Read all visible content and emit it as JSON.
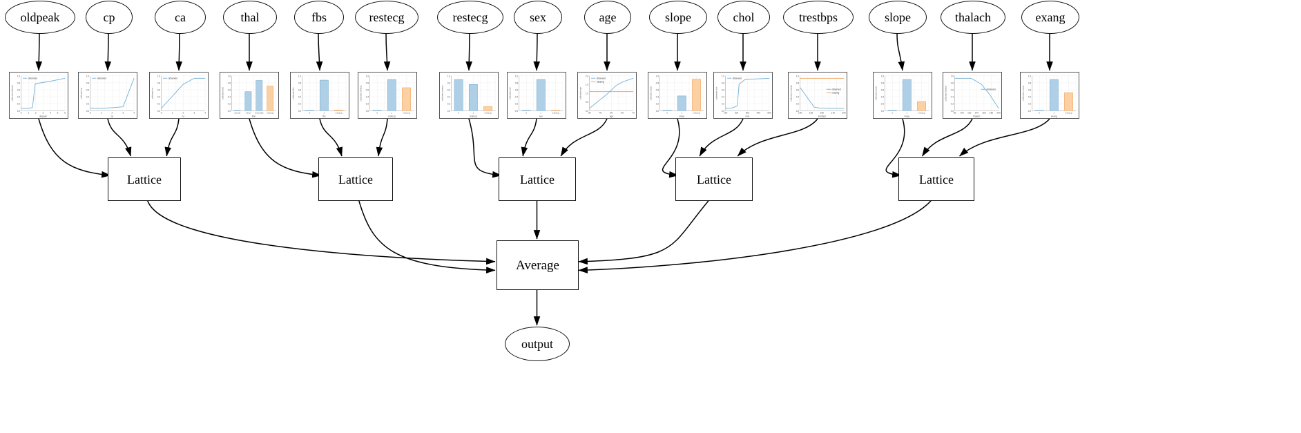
{
  "diagram": {
    "title": "Calibrated Lattice Ensemble Model Graph",
    "type": "graphviz-digraph",
    "background": "#ffffff",
    "edge_color": "#000000",
    "node_stroke": "#111111"
  },
  "palette": {
    "observed_line": "#7ab4d8",
    "missing_line": "#f0a868",
    "bar_observed_fill": "#aecfe6",
    "bar_observed_stroke": "#6aa3cc",
    "bar_missing_fill": "#fbd0a3",
    "bar_missing_stroke": "#ef9b4e",
    "axis": "#cccccc",
    "plot_border": "#555555",
    "tick_text": "#555555"
  },
  "legend": {
    "observed_label": "observed",
    "missing_label": "missing"
  },
  "inputs": [
    {
      "id": "in0",
      "label": "oldpeak"
    },
    {
      "id": "in1",
      "label": "cp"
    },
    {
      "id": "in2",
      "label": "ca"
    },
    {
      "id": "in3",
      "label": "thal"
    },
    {
      "id": "in4",
      "label": "fbs"
    },
    {
      "id": "in5",
      "label": "restecg"
    },
    {
      "id": "in6",
      "label": "restecg"
    },
    {
      "id": "in7",
      "label": "sex"
    },
    {
      "id": "in8",
      "label": "age"
    },
    {
      "id": "in9",
      "label": "slope"
    },
    {
      "id": "in10",
      "label": "chol"
    },
    {
      "id": "in11",
      "label": "trestbps"
    },
    {
      "id": "in12",
      "label": "slope"
    },
    {
      "id": "in13",
      "label": "thalach"
    },
    {
      "id": "in14",
      "label": "exang"
    }
  ],
  "calibrators": [
    {
      "id": "cal0",
      "feature": "oldpeak",
      "kind": "line",
      "xlabel": "oldpeak",
      "ylabel": "calibrated oldpeak",
      "legend": [
        "observed"
      ],
      "xticks": [
        "0",
        "1",
        "2",
        "3",
        "4",
        "5",
        "6"
      ],
      "yticks": [
        "0.0",
        "0.2",
        "0.4",
        "0.6",
        "0.8",
        "1.0"
      ],
      "x": [
        0,
        1,
        1.6,
        2.0,
        4.2,
        6.2
      ],
      "y": [
        0.03,
        0.03,
        0.05,
        0.8,
        0.88,
        0.97
      ]
    },
    {
      "id": "cal1",
      "feature": "cp",
      "kind": "line",
      "xlabel": "cp",
      "ylabel": "calibrated cp",
      "legend": [
        "observed"
      ],
      "xticks": [
        "0",
        "1",
        "2",
        "3",
        "4"
      ],
      "yticks": [
        "0.0",
        "0.2",
        "0.4",
        "0.6",
        "0.8",
        "1.0"
      ],
      "x": [
        0,
        1,
        2,
        3,
        4
      ],
      "y": [
        0.03,
        0.03,
        0.05,
        0.08,
        1.0
      ]
    },
    {
      "id": "cal2",
      "feature": "ca",
      "kind": "line",
      "xlabel": "ca",
      "ylabel": "calibrated ca",
      "legend": [
        "observed"
      ],
      "xticks": [
        "0",
        "1",
        "2",
        "3",
        "4"
      ],
      "yticks": [
        "0.0",
        "0.2",
        "0.4",
        "0.6",
        "0.8",
        "1.0"
      ],
      "x": [
        0,
        1,
        2,
        3,
        4
      ],
      "y": [
        0.02,
        0.4,
        0.78,
        0.97,
        0.97
      ]
    },
    {
      "id": "cal3",
      "feature": "thal",
      "kind": "bar",
      "xlabel": "thal",
      "ylabel": "calibrated thal",
      "legend": [],
      "categories": [
        "normal",
        "fixed",
        "reversible",
        "missing"
      ],
      "yticks": [
        "0.0",
        "0.2",
        "0.4",
        "0.6",
        "0.8",
        "1.0"
      ],
      "values": [
        0.0,
        0.58,
        0.92,
        0.75
      ],
      "series_kind": [
        "observed",
        "observed",
        "observed",
        "missing"
      ]
    },
    {
      "id": "cal4",
      "feature": "fbs",
      "kind": "bar",
      "xlabel": "fbs",
      "ylabel": "calibrated fbs",
      "legend": [],
      "categories": [
        "0",
        "1",
        "missing"
      ],
      "yticks": [
        "0.0",
        "0.2",
        "0.4",
        "0.6",
        "0.8",
        "1.0"
      ],
      "values": [
        0.0,
        0.93,
        0.02
      ],
      "series_kind": [
        "observed",
        "observed",
        "missing"
      ]
    },
    {
      "id": "cal5",
      "feature": "restecg",
      "kind": "bar",
      "xlabel": "restecg",
      "ylabel": "calibrated restecg",
      "legend": [],
      "categories": [
        "0",
        "1",
        "missing"
      ],
      "yticks": [
        "0.0",
        "0.2",
        "0.4",
        "0.6",
        "0.8",
        "1.0"
      ],
      "values": [
        0.0,
        0.95,
        0.7
      ],
      "series_kind": [
        "observed",
        "observed",
        "missing"
      ]
    },
    {
      "id": "cal6",
      "feature": "restecg",
      "kind": "bar",
      "xlabel": "restecg",
      "ylabel": "calibrated restecg",
      "legend": [],
      "categories": [
        "0",
        "1",
        "missing"
      ],
      "yticks": [
        "0.0",
        "0.2",
        "0.4",
        "0.6",
        "0.8",
        "1.0"
      ],
      "values": [
        0.95,
        0.8,
        0.13
      ],
      "series_kind": [
        "observed",
        "observed",
        "missing"
      ]
    },
    {
      "id": "cal7",
      "feature": "sex",
      "kind": "bar",
      "xlabel": "sex",
      "ylabel": "calibrated sex",
      "legend": [],
      "categories": [
        "0",
        "1",
        "missing"
      ],
      "yticks": [
        "0.0",
        "0.2",
        "0.4",
        "0.6",
        "0.8",
        "1.0"
      ],
      "values": [
        0.0,
        0.95,
        0.0
      ],
      "series_kind": [
        "observed",
        "observed",
        "missing"
      ]
    },
    {
      "id": "cal8",
      "feature": "age",
      "kind": "line",
      "xlabel": "age",
      "ylabel": "calibrated age",
      "legend": [
        "observed",
        "missing"
      ],
      "xticks": [
        "30",
        "40",
        "50",
        "60",
        "70"
      ],
      "yticks": [
        "0.0",
        "0.5",
        "1.0",
        "1.5",
        "2.0"
      ],
      "x": [
        29,
        38,
        45,
        52,
        58,
        66,
        77
      ],
      "y": [
        -0.25,
        0.25,
        0.62,
        1.05,
        1.45,
        1.75,
        2.0
      ],
      "missing_value": 1.0
    },
    {
      "id": "cal9",
      "feature": "slope",
      "kind": "bar",
      "xlabel": "slope",
      "ylabel": "calibrated slope",
      "legend": [],
      "categories": [
        "0",
        "1",
        "missing"
      ],
      "yticks": [
        "0.0",
        "0.2",
        "0.4",
        "0.6",
        "0.8",
        "1.0"
      ],
      "values": [
        0.0,
        0.45,
        0.96
      ],
      "series_kind": [
        "observed",
        "observed",
        "missing"
      ]
    },
    {
      "id": "cal10",
      "feature": "chol",
      "kind": "line",
      "xlabel": "chol",
      "ylabel": "calibrated chol",
      "legend": [
        "observed"
      ],
      "xticks": [
        "100",
        "200",
        "300",
        "400",
        "500"
      ],
      "yticks": [
        "0.0",
        "0.2",
        "0.4",
        "0.6",
        "0.8",
        "1.0"
      ],
      "x": [
        110,
        180,
        230,
        250,
        310,
        560
      ],
      "y": [
        0.02,
        0.03,
        0.1,
        0.8,
        0.95,
        0.99
      ]
    },
    {
      "id": "cal11",
      "feature": "trestbps",
      "kind": "line",
      "xlabel": "trestbps",
      "ylabel": "calibrated trestbps",
      "legend": [
        "observed",
        "missing"
      ],
      "xticks": [
        "100",
        "125",
        "150",
        "175",
        "200"
      ],
      "yticks": [
        "0.0",
        "0.2",
        "0.4",
        "0.6",
        "0.8",
        "1.0"
      ],
      "x": [
        94,
        110,
        128,
        140,
        170,
        200
      ],
      "y": [
        0.7,
        0.4,
        0.06,
        0.03,
        0.02,
        0.02
      ],
      "missing_value": 1.0
    },
    {
      "id": "cal12",
      "feature": "slope",
      "kind": "bar",
      "xlabel": "slope",
      "ylabel": "calibrated slope",
      "legend": [],
      "categories": [
        "0",
        "1",
        "missing"
      ],
      "yticks": [
        "0.0",
        "0.2",
        "0.4",
        "0.6",
        "0.8",
        "1.0"
      ],
      "values": [
        0.0,
        0.95,
        0.28
      ],
      "series_kind": [
        "observed",
        "observed",
        "missing"
      ]
    },
    {
      "id": "cal13",
      "feature": "thalach",
      "kind": "line",
      "xlabel": "thalach",
      "ylabel": "calibrated thalach",
      "legend": [
        "observed"
      ],
      "xticks": [
        "80",
        "100",
        "120",
        "140",
        "160",
        "180",
        "200"
      ],
      "yticks": [
        "0.0",
        "0.2",
        "0.4",
        "0.6",
        "0.8",
        "1.0"
      ],
      "x": [
        71,
        120,
        150,
        175,
        202
      ],
      "y": [
        0.97,
        0.97,
        0.78,
        0.45,
        0.0
      ]
    },
    {
      "id": "cal14",
      "feature": "exang",
      "kind": "bar",
      "xlabel": "exang",
      "ylabel": "calibrated exang",
      "legend": [],
      "categories": [
        "0",
        "1",
        "missing"
      ],
      "yticks": [
        "0.0",
        "0.2",
        "0.4",
        "0.6",
        "0.8",
        "1.0"
      ],
      "values": [
        0.0,
        0.95,
        0.55
      ],
      "series_kind": [
        "observed",
        "observed",
        "missing"
      ]
    }
  ],
  "lattices": [
    {
      "id": "lat0",
      "label": "Lattice"
    },
    {
      "id": "lat1",
      "label": "Lattice"
    },
    {
      "id": "lat2",
      "label": "Lattice"
    },
    {
      "id": "lat3",
      "label": "Lattice"
    },
    {
      "id": "lat4",
      "label": "Lattice"
    }
  ],
  "aggregator": {
    "id": "avg",
    "label": "Average"
  },
  "output": {
    "id": "out",
    "label": "output"
  }
}
